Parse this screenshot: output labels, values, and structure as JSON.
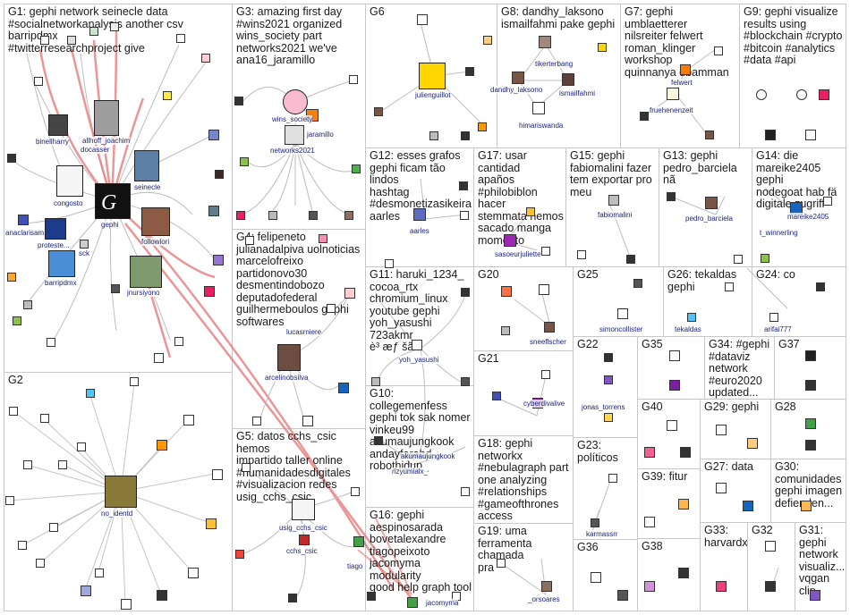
{
  "groups": {
    "g1": {
      "title": "G1: gephi network seinecle data\n#socialnetworkanalysis another csv barripdmx\n#twitterresearchproject give"
    },
    "g2": {
      "title": "G2"
    },
    "g3": {
      "title": "G3: amazing first day\n#wins2021 organized\nwins_society part\nnetworks2021 we've\nana16_jaramillo"
    },
    "g4": {
      "title": "G4: felipeneto\njulianadalpiva uolnoticias\nmarcelofreixo\npartidonovo30\ndesmentindobozo\ndeputadofederal\nguilhermeboulos gephi\nsoftwares"
    },
    "g5": {
      "title": "G5: datos cchs_csic hemos\nimpartido taller online\n#humanidadesdigitales\n#visualizacion redes\nusig_cchs_csic"
    },
    "g6": {
      "title": "G6"
    },
    "g7": {
      "title": "G7: gephi umblaetterer\nnilsreiter felwert\nroman_klinger workshop\nquinnanya dbamman"
    },
    "g8": {
      "title": "G8: dandhy_laksono\nismailfahmi pake gephi"
    },
    "g9": {
      "title": "G9: gephi visualize\nresults using\n#blockchain #crypto\n#bitcoin #analytics\n#data #api"
    },
    "g10": {
      "title": "G10: collegemenfess\ngephi tok sak nomer\nvinkeu99\nakumaujungkook\nandayfarahd\nrobothidup_"
    },
    "g11": {
      "title": "G11: haruki_1234_\ncocoa_rtx\nchromium_linux\nyoutube gephi\nyoh_yasushi 723akmr\nè³ æƒ šã"
    },
    "g12": {
      "title": "G12: esses grafos\ngephi ficam tão lindos\nhashtag\n#desmonetizasikeira\naarles"
    },
    "g13": {
      "title": "G13: gephi\npedro_barciela nã"
    },
    "g14": {
      "title": "G14: die\nmareike2405 gephi\nnodegoat hab fä\ndigitale zugriff"
    },
    "g15": {
      "title": "G15: gephi\nfabiomalini fazer\ntem exportar pro\nmeu"
    },
    "g16": {
      "title": "G16: gephi\naespinosarada\nbovetalexandre\ntiagopeixoto\njacomyma modularity\ngood help graph tool"
    },
    "g17": {
      "title": "G17: usar cantidad\napaños\n#philobiblon hacer\nstemmata hemos\nsacado manga\nmomento"
    },
    "g18": {
      "title": "G18: gephi networkx\n#nebulagraph part\none analyzing\n#relationships\n#gameofthrones\naccess nebulagraph"
    },
    "g19": {
      "title": "G19: uma\nferramenta chamada\npra"
    },
    "g20": {
      "title": "G20"
    },
    "g21": {
      "title": "G21"
    },
    "g22": {
      "title": "G22"
    },
    "g23": {
      "title": "G23:\npolíticos"
    },
    "g24": {
      "title": "G24: co"
    },
    "g25": {
      "title": "G25"
    },
    "g26": {
      "title": "G26: tekaldas\ngephi"
    },
    "g27": {
      "title": "G27: data"
    },
    "g28": {
      "title": "G28"
    },
    "g29": {
      "title": "G29: gephi"
    },
    "g30": {
      "title": "G30:\ncomunidades\ngephi imagen\ndefienden..."
    },
    "g31": {
      "title": "G31:\ngephi\nnetwork\nvisualiz...\nvqgan\nclip"
    },
    "g32": {
      "title": "G32"
    },
    "g33": {
      "title": "G33:\nharvardx"
    },
    "g34": {
      "title": "G34: #gephi\n#dataviz\nnetwork\n#euro2020\nupdated..."
    },
    "g35": {
      "title": "G35"
    },
    "g36": {
      "title": "G36"
    },
    "g37": {
      "title": "G37"
    },
    "g38": {
      "title": "G38"
    },
    "g39": {
      "title": "G39: fitur"
    },
    "g40": {
      "title": "G40"
    }
  },
  "labels": {
    "binellharry": "binellharry",
    "allhoff_joachim": "allhoff_joachim",
    "docasser": "docasser",
    "seinecle": "seinecle",
    "congosto": "congosto",
    "gephi": "gephi",
    "followlori": "followlori",
    "anaclarisam": "anaclarisam",
    "protesters": "proteste...",
    "sck": "sck",
    "barripdmx": "barripdmx",
    "jnursiyono": "jnursiyono",
    "no_identd": "no_identd",
    "wins_society": "wins_society",
    "jaramillo": "jaramillo",
    "networks2021": "networks2021",
    "lucasrniere": "lucasrniere",
    "arcelinobsilva": "arcelinobsilva",
    "usig_cchs_csic": "usig_cchs_csic",
    "cchs_csic": "cchs_csic",
    "tiago": "tiago",
    "julienguillot": "julienguillot",
    "tikerterbang": "tikerterbang",
    "dandhy_laksono": "dandhy_laksono",
    "ismailfahmi": "ismailfahmi",
    "himariswanda": "himariswanda",
    "felwert": "felwert",
    "fruehenenzeit": "fruehenenzeit",
    "aarles": "aarles",
    "sasoeurjuliette": "sasoeurjuliette",
    "fabiomalini": "fabiomalini",
    "pedro_barciela": "pedro_barciela",
    "mareike2405": "mareike2405",
    "t_winnerling": "t_winnerling",
    "yoh_yasushi": "yoh_yasushi",
    "akumaujungkook": "akumaujungkook",
    "rizyumialx": "rizyumialx_",
    "sneeflscher": "sneeflscher",
    "simoncollister": "simoncollister",
    "tekaldas": "tekaldas",
    "arifai777": "arifai777",
    "cyberdivalive": "cyberdivalive",
    "jonas_torrens": "jonas_torrens",
    "karmassrr": "karmassrr",
    "jacomyma": "jacomyma",
    "_orsoares": "_orsoares"
  },
  "colors": {
    "panel_border": "#c8c8c8",
    "edge_gray": "#bdbdbd",
    "edge_red": "#e57373",
    "label_text": "#1a237e",
    "title_text": "#1a1a1a"
  }
}
